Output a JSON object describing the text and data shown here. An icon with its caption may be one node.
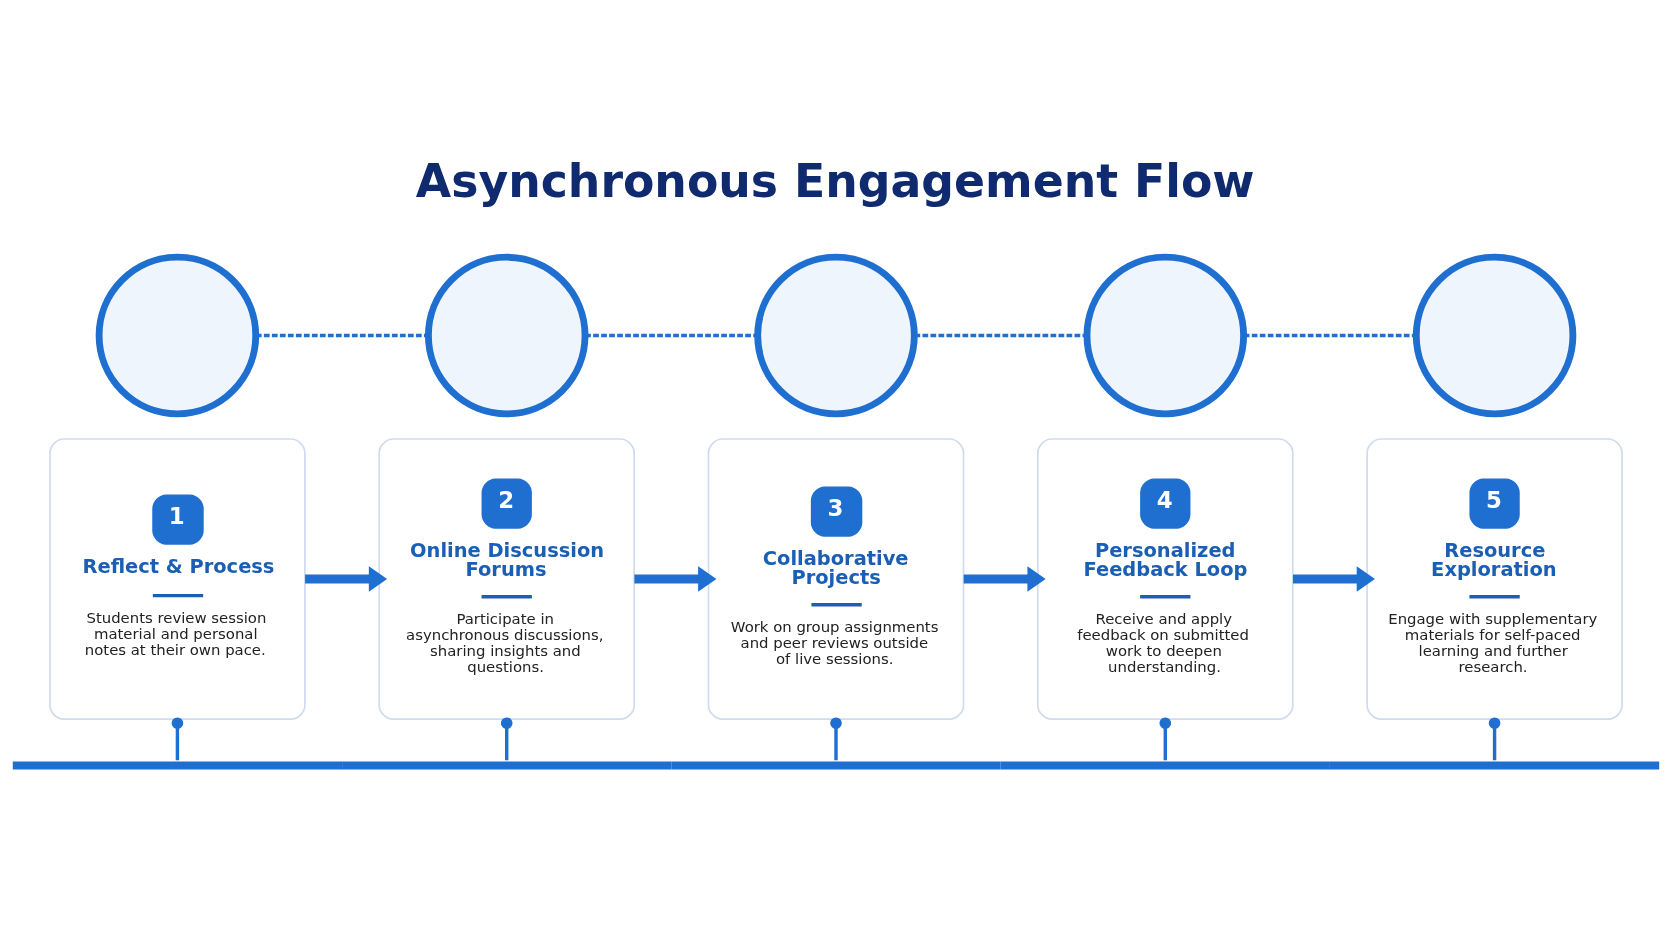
{
  "diagram": {
    "title": "Asynchronous Engagement Flow",
    "nodes": [
      {
        "text": [],
        "shape": "circle"
      },
      {
        "text": [
          "1",
          "Reflect & Process",
          "Students review session material and personal notes at their own pace."
        ]
      },
      {
        "text": [],
        "shape": "circle"
      },
      {
        "text": [
          "2",
          "Online Discussion Forums",
          "Participate in asynchronous discussions, sharing insights and questions."
        ]
      },
      {
        "text": [],
        "shape": "circle"
      },
      {
        "text": [
          "3",
          "Collaborative Projects",
          "Work on group assignments and peer reviews outside of live sessions."
        ]
      },
      {
        "text": [],
        "shape": "circle"
      },
      {
        "text": [
          "4",
          "Personalized Feedback Loop",
          "Receive and apply feedback on submitted work to deepen understanding."
        ]
      },
      {
        "text": [],
        "shape": "circle"
      },
      {
        "text": [
          "5",
          "Resource Exploration",
          "Engage with supplementary materials for self-paced learning and further research."
        ]
      },
      {
        "text": [],
        "shape": "bar"
      }
    ],
    "edges": [
      {
        "from": 0,
        "to": 2,
        "arrow": "none",
        "style": "dashed"
      },
      {
        "from": 2,
        "to": 4,
        "arrow": "none",
        "style": "dashed"
      },
      {
        "from": 4,
        "to": 6,
        "arrow": "none",
        "style": "dashed"
      },
      {
        "from": 6,
        "to": 8,
        "arrow": "none",
        "style": "dashed"
      },
      {
        "from": 1,
        "to": 3,
        "arrow": "to",
        "style": "thick"
      },
      {
        "from": 3,
        "to": 5,
        "arrow": "to",
        "style": "thick"
      },
      {
        "from": 5,
        "to": 7,
        "arrow": "to",
        "style": "thick"
      },
      {
        "from": 7,
        "to": 9,
        "arrow": "to",
        "style": "thick"
      },
      {
        "from": 1,
        "to": 10,
        "arrow": "other"
      },
      {
        "from": 3,
        "to": 10,
        "arrow": "other"
      },
      {
        "from": 5,
        "to": 10,
        "arrow": "other"
      },
      {
        "from": 7,
        "to": 10,
        "arrow": "other"
      },
      {
        "from": 9,
        "to": 10,
        "arrow": "other"
      }
    ]
  }
}
